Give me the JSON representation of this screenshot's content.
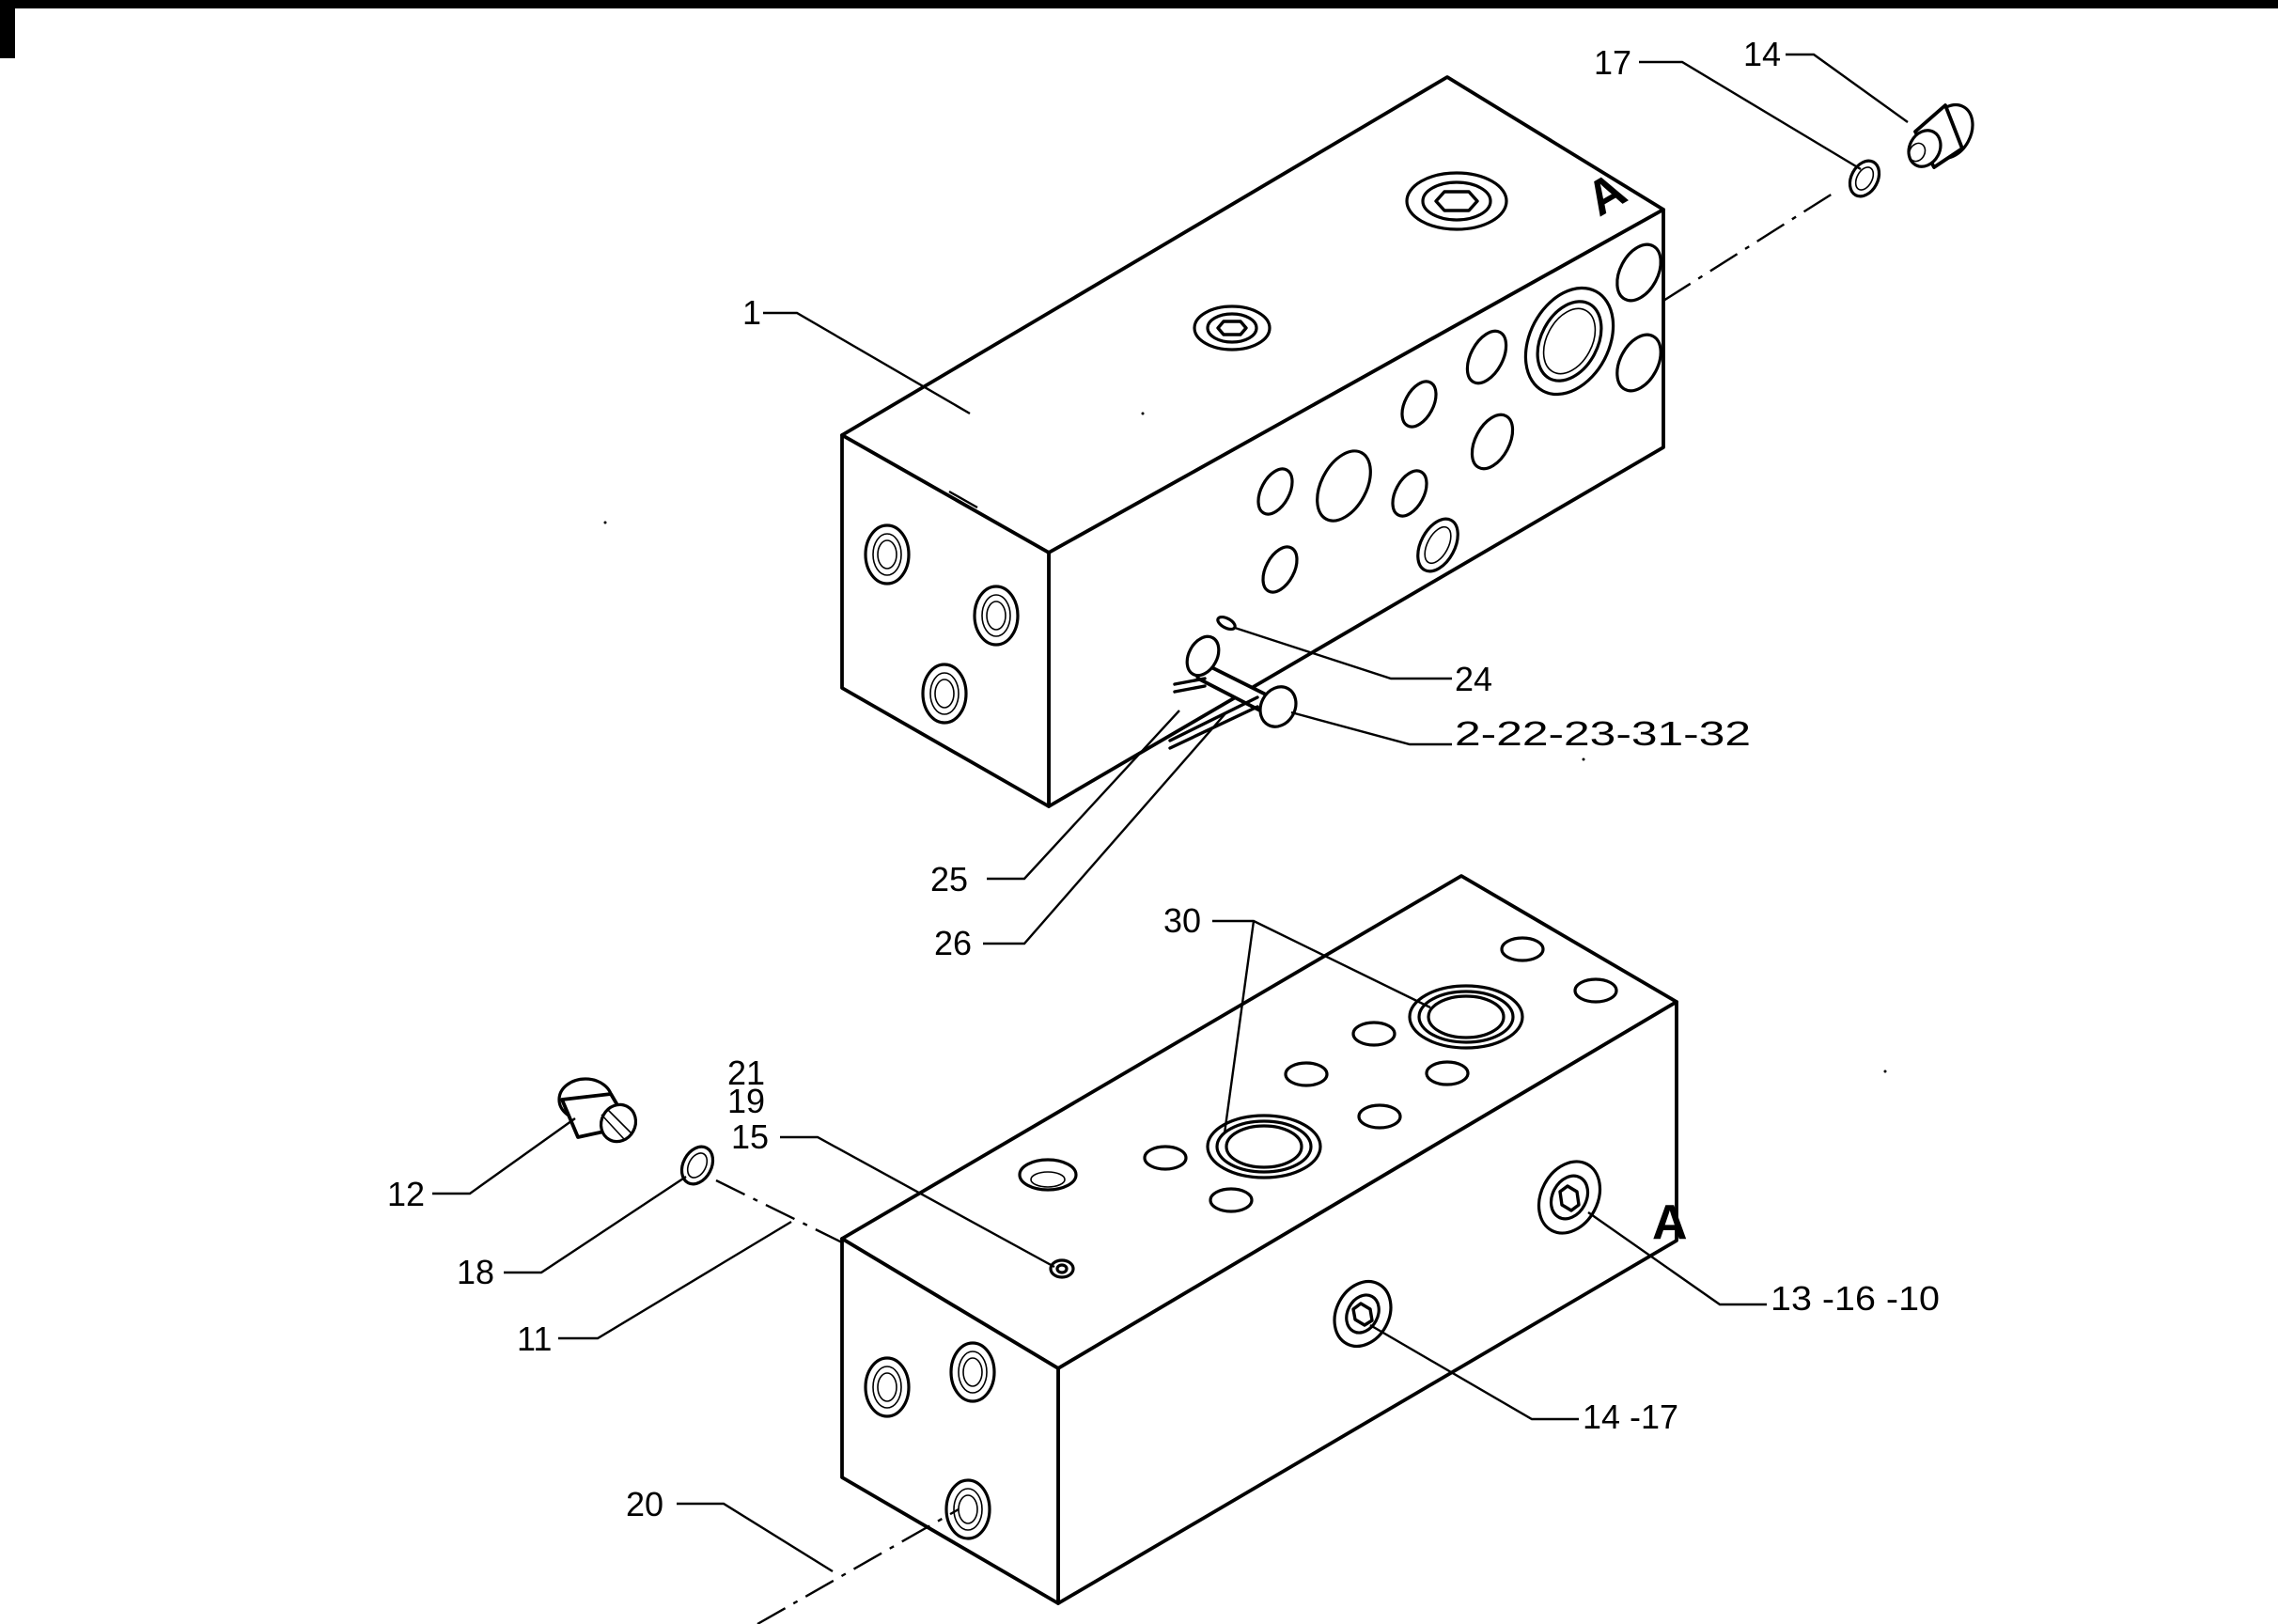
{
  "callouts": {
    "c1": "1",
    "c2": "2-22-23-31-32",
    "c11": "11",
    "c12": "12",
    "c13": "13 -16 -10",
    "c14_top": "14",
    "c14_bottom": "14 -17",
    "c15": "15",
    "c17": "17",
    "c18": "18",
    "c19": "19",
    "c20": "20",
    "c21": "21",
    "c24": "24",
    "c25": "25",
    "c26": "26",
    "c30": "30"
  },
  "face_marks": {
    "upper_block": "A",
    "lower_block": "A"
  }
}
